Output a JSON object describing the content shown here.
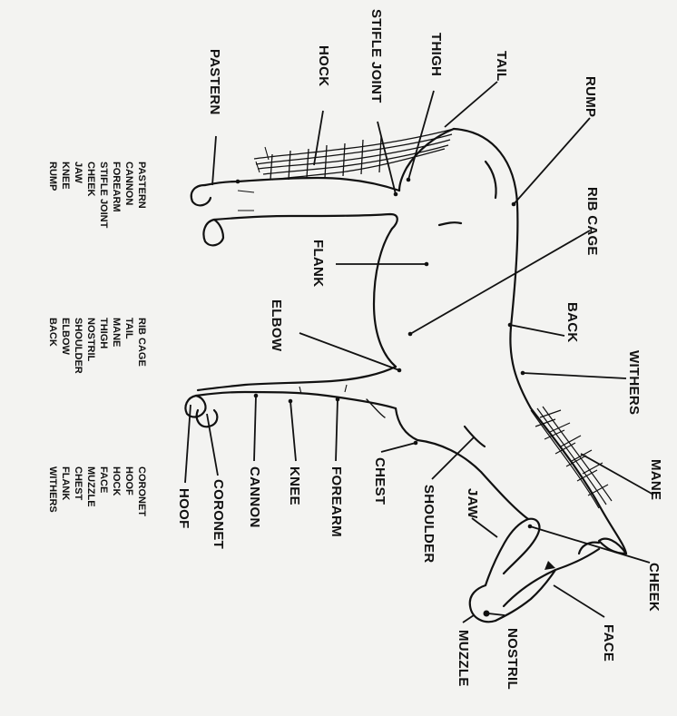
{
  "labels": {
    "tail": "TAIL",
    "thigh": "THIGH",
    "stifle_joint": "STIFLE JOINT",
    "hock": "HOCK",
    "pastern": "PASTERN",
    "rump": "RUMP",
    "rib_cage": "RIB CAGE",
    "flank": "FLANK",
    "back": "BACK",
    "elbow": "ELBOW",
    "withers": "WITHERS",
    "mane": "MANE",
    "cheek": "CHEEK",
    "face": "FACE",
    "nostril": "NOSTRIL",
    "muzzle": "MUZZLE",
    "jaw": "JAW",
    "shoulder": "SHOULDER",
    "chest": "CHEST",
    "forearm": "FOREARM",
    "knee": "KNEE",
    "cannon": "CANNON",
    "coronet": "CORONET",
    "hoof": "HOOF"
  },
  "word_list": {
    "column_1": [
      "PASTERN",
      "CANNON",
      "FOREARM",
      "STIFLE JOINT",
      "CHEEK",
      "JAW",
      "KNEE",
      "RUMP"
    ],
    "column_2": [
      "RIB CAGE",
      "TAIL",
      "MANE",
      "THIGH",
      "NOSTRIL",
      "SHOULDER",
      "ELBOW",
      "BACK"
    ],
    "column_3": [
      "CORONET",
      "HOOF",
      "HOCK",
      "FACE",
      "MUZZLE",
      "CHEST",
      "FLANK",
      "WITHERS"
    ]
  }
}
